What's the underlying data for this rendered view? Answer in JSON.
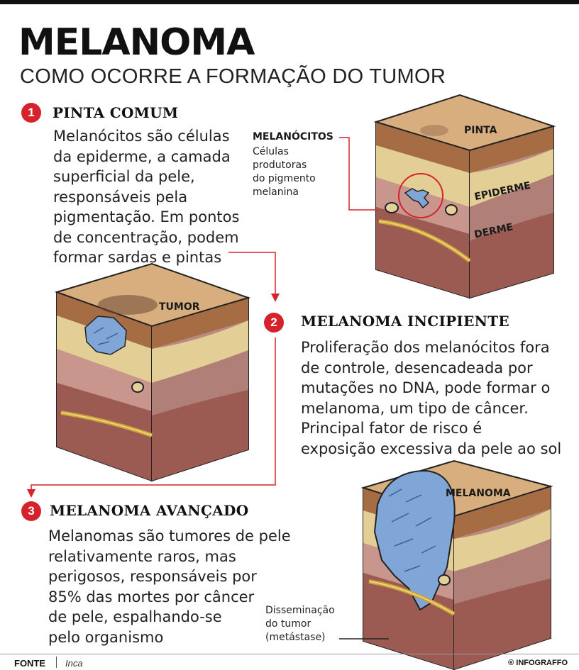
{
  "header": {
    "title": "MELANOMA",
    "subtitle": "COMO OCORRE A FORMAÇÃO DO TUMOR"
  },
  "steps": [
    {
      "number": "1",
      "title": "PINTA COMUM",
      "text": "Melanócitos são células\nda epiderme, a camada\nsuperficial da pele,\nresponsáveis pela\npigmentação. Em pontos\nde concentração, podem\nformar sardas e pintas"
    },
    {
      "number": "2",
      "title": "MELANOMA INCIPIENTE",
      "text": "Proliferação dos melanócitos fora\nde controle, desencadeada por\nmutações no DNA, pode formar o\nmelanoma, um tipo de câncer.\nPrincipal fator de risco é\nexposição excessiva da pele ao sol"
    },
    {
      "number": "3",
      "title": "MELANOMA AVANÇADO",
      "text": "Melanomas são tumores de pele\nrelativamente raros, mas\nperigosos, responsáveis por\n85% das mortes por câncer\nde pele, espalhando-se\npelo organismo"
    }
  ],
  "labels": {
    "pinta": "PINTA",
    "epiderme": "EPIDERME",
    "derme": "DERME",
    "tumor": "TUMOR",
    "melanoma": "MELANOMA",
    "melanocitos_title": "MELANÓCITOS",
    "melanocitos_desc": "Células\nprodutoras\ndo pigmento\nmelanina",
    "disseminacao": "Disseminação\ndo tumor\n(metástase)"
  },
  "footer": {
    "fonte_label": "FONTE",
    "fonte_value": "Inca",
    "credit": "® INFOGRAFFO"
  },
  "colors": {
    "accent_red": "#d6222c",
    "skin_top": "#d9ae7e",
    "epidermis": "#e3cf96",
    "dermis_pink": "#c9968e",
    "dermis_deep": "#9b5a52",
    "tumor_blue": "#7fa6d6"
  }
}
